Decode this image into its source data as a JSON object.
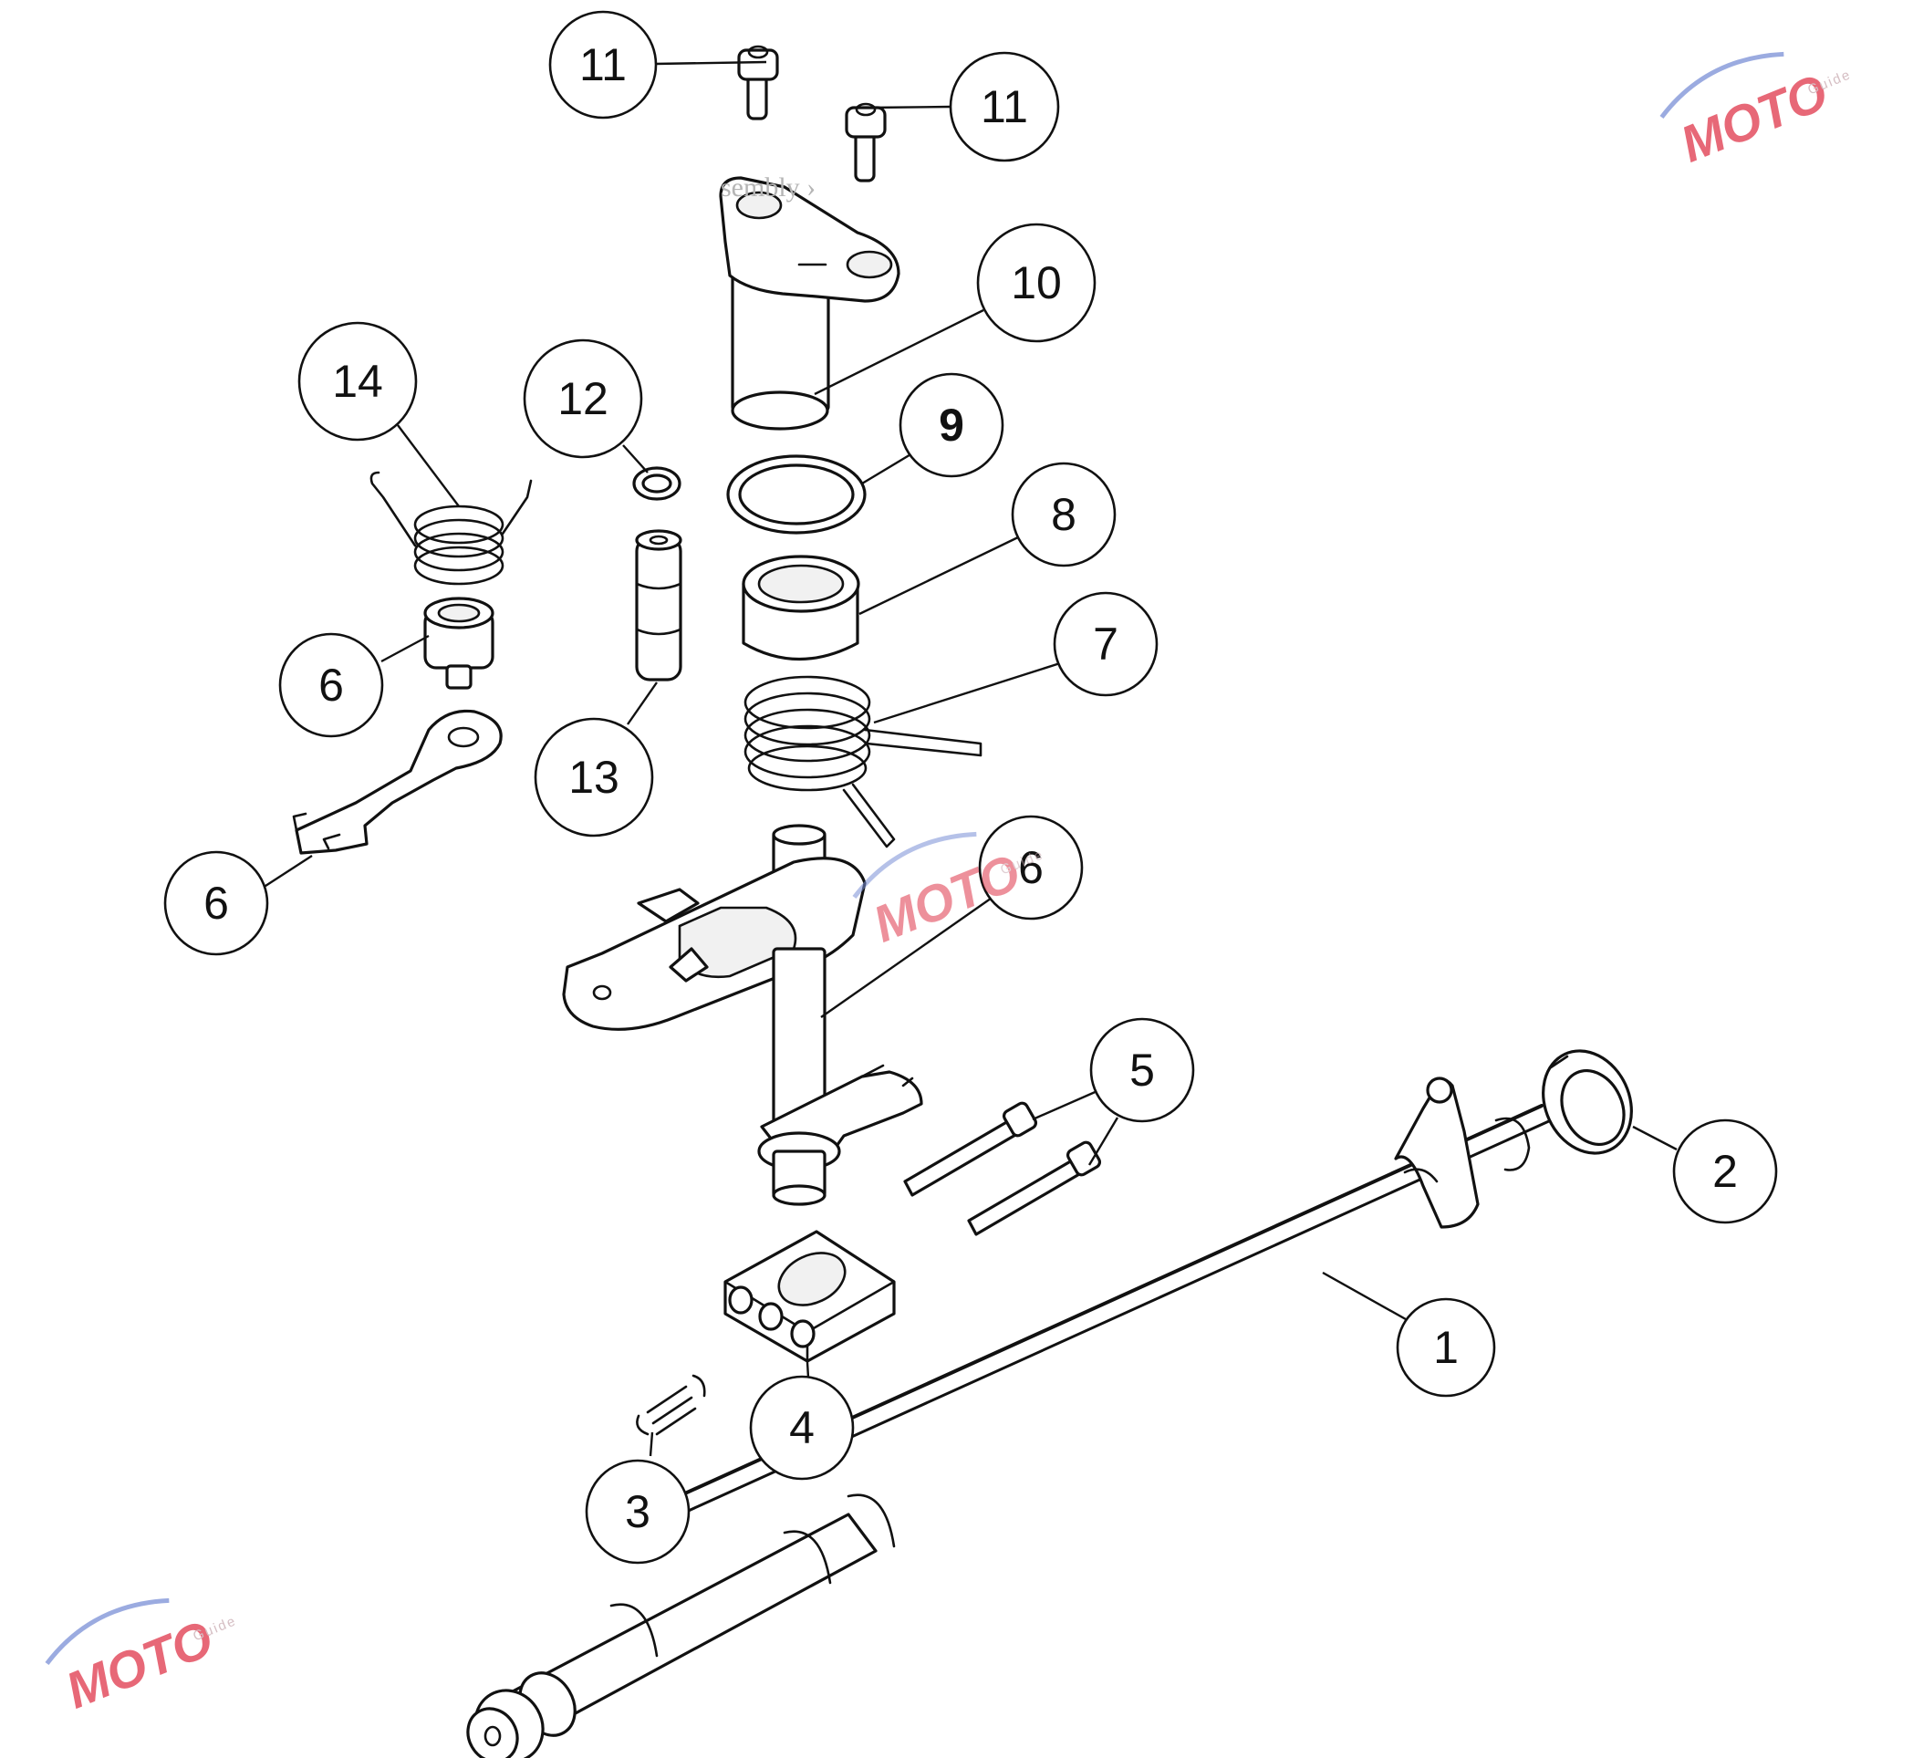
{
  "diagram": {
    "ghost_text": "sembly  ›",
    "callouts": [
      {
        "id": "c11a",
        "label": "11",
        "bold": false
      },
      {
        "id": "c11b",
        "label": "11",
        "bold": false
      },
      {
        "id": "c10",
        "label": "10",
        "bold": false
      },
      {
        "id": "c14",
        "label": "14",
        "bold": false
      },
      {
        "id": "c12",
        "label": "12",
        "bold": false
      },
      {
        "id": "c9",
        "label": "9",
        "bold": true
      },
      {
        "id": "c8",
        "label": "8",
        "bold": false
      },
      {
        "id": "c7",
        "label": "7",
        "bold": false
      },
      {
        "id": "c6a",
        "label": "6",
        "bold": false
      },
      {
        "id": "c13",
        "label": "13",
        "bold": false
      },
      {
        "id": "c6b",
        "label": "6",
        "bold": false
      },
      {
        "id": "c6c",
        "label": "6",
        "bold": false
      },
      {
        "id": "c5",
        "label": "5",
        "bold": false
      },
      {
        "id": "c2",
        "label": "2",
        "bold": false
      },
      {
        "id": "c1",
        "label": "1",
        "bold": false
      },
      {
        "id": "c4",
        "label": "4",
        "bold": false
      },
      {
        "id": "c3",
        "label": "3",
        "bold": false
      }
    ]
  },
  "watermark": {
    "brand": "MOTO",
    "tagline": "Guide",
    "colors": {
      "primary": "#e0364a",
      "secondary": "#7a8fd6"
    }
  }
}
